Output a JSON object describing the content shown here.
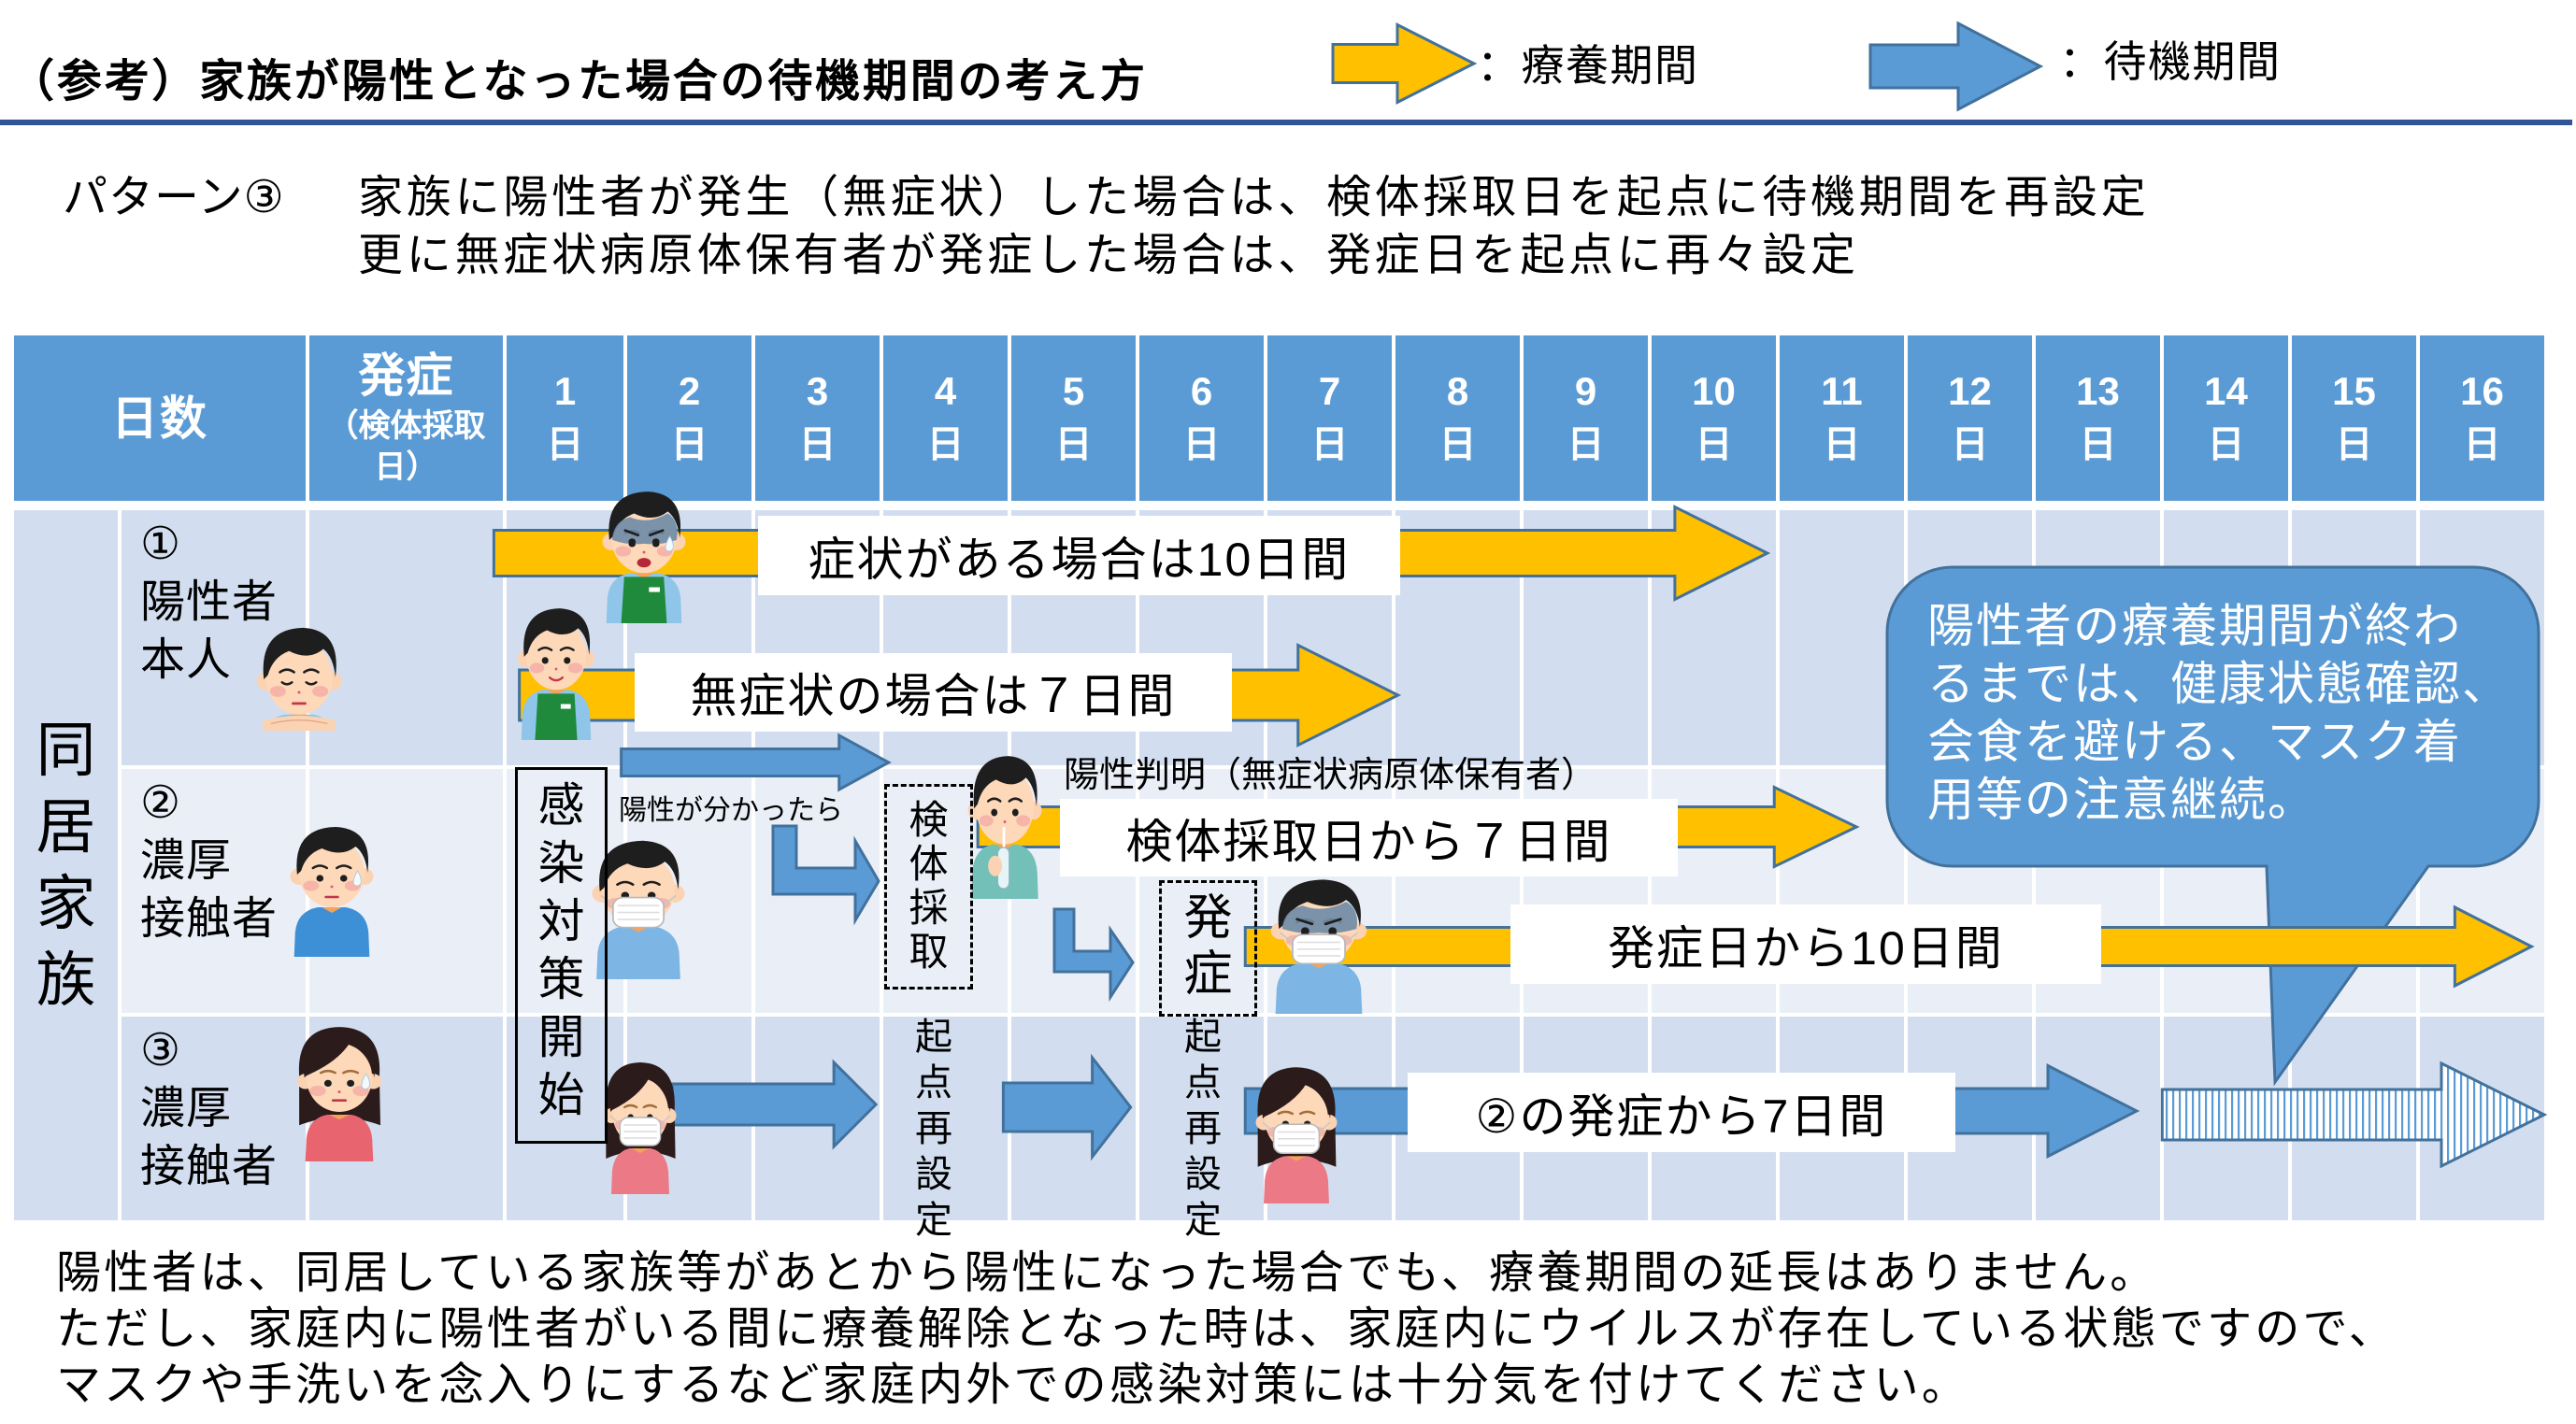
{
  "title": "（参考）家族が陽性となった場合の待機期間の考え方",
  "legend": [
    {
      "kind": "isolation",
      "label": "：療養期間",
      "color": "#FFC000"
    },
    {
      "kind": "waiting",
      "label": "：待機期間",
      "color": "#5B9BD5"
    }
  ],
  "pattern": {
    "label": "パターン③",
    "lines": [
      "家族に陽性者が発生（無症状）した場合は、検体採取日を起点に待機期間を再設定",
      "更に無症状病原体保有者が発症した場合は、発症日を起点に再々設定"
    ]
  },
  "table": {
    "header": {
      "days_label": "日数",
      "onset_label": "発症",
      "onset_sub": "（検体採取日）",
      "day_unit": "日",
      "days": [
        1,
        2,
        3,
        4,
        5,
        6,
        7,
        8,
        9,
        10,
        11,
        12,
        13,
        14,
        15,
        16
      ]
    },
    "group_label": "同居家族",
    "rows": [
      {
        "num": "①",
        "lines": [
          "陽性者",
          "本人"
        ]
      },
      {
        "num": "②",
        "lines": [
          "濃厚",
          "接触者"
        ]
      },
      {
        "num": "③",
        "lines": [
          "濃厚",
          "接触者"
        ]
      }
    ]
  },
  "annotations": {
    "infection_control_start": "感染対策開始",
    "if_positive": "陽性が分かったら",
    "specimen_collection": "検体採取",
    "positive_identified": "陽性判明（無症状病原体保有者）",
    "onset": "発症",
    "reset_start_1": "起点再設定",
    "reset_start_2": "起点再設定"
  },
  "periods": [
    {
      "id": "A",
      "row": 1,
      "kind": "isolation",
      "start_day": -0.1,
      "end_day": 9.9,
      "label": "症状がある場合は10日間"
    },
    {
      "id": "B",
      "row": 1,
      "kind": "isolation",
      "start_day": 0.1,
      "end_day": 7.0,
      "label": "無症状の場合は７日間"
    },
    {
      "id": "C",
      "row": 2,
      "kind": "waiting",
      "start_day": 0.9,
      "end_day": 3.0
    },
    {
      "id": "D",
      "row": 2,
      "kind": "isolation",
      "start_day": 3.7,
      "end_day": 10.6,
      "label": "検体採取日から７日間"
    },
    {
      "id": "F",
      "row": 2,
      "kind": "isolation",
      "start_day": 5.8,
      "end_day": 15.9,
      "label": "発症日から10日間"
    },
    {
      "id": "G",
      "row": 3,
      "kind": "waiting",
      "start_day": 1.3,
      "end_day": 2.9
    },
    {
      "id": "H",
      "row": 3,
      "kind": "waiting",
      "start_day": 3.9,
      "end_day": 4.9
    },
    {
      "id": "I",
      "row": 3,
      "kind": "waiting",
      "start_day": 5.8,
      "end_day": 12.8,
      "label": "②の発症から7日間"
    },
    {
      "id": "J",
      "row": 3,
      "kind": "caution",
      "start_day": 13.0,
      "end_day": 16.0
    }
  ],
  "callout": {
    "lines": [
      "陽性者の療養期間が終わ",
      "るまでは、健康状態確認、",
      "会食を避ける、マスク着",
      "用等の注意継続。"
    ]
  },
  "footer": {
    "lines": [
      "陽性者は、同居している家族等があとから陽性になった場合でも、療養期間の延長はありません。",
      "ただし、家庭内に陽性者がいる間に療養解除となった時は、家庭内にウイルスが存在している状態ですので、",
      "マスクや手洗いを念入りにするなど家庭内外での感染対策には十分気を付けてください。"
    ]
  },
  "colors": {
    "header": "#5B9BD5",
    "band_dark": "#D2DEEF",
    "band_light": "#EAEFF7",
    "arrow_outline": "#41719C",
    "title_rule": "#2F5597",
    "callout_fill": "#5B9BD5"
  }
}
